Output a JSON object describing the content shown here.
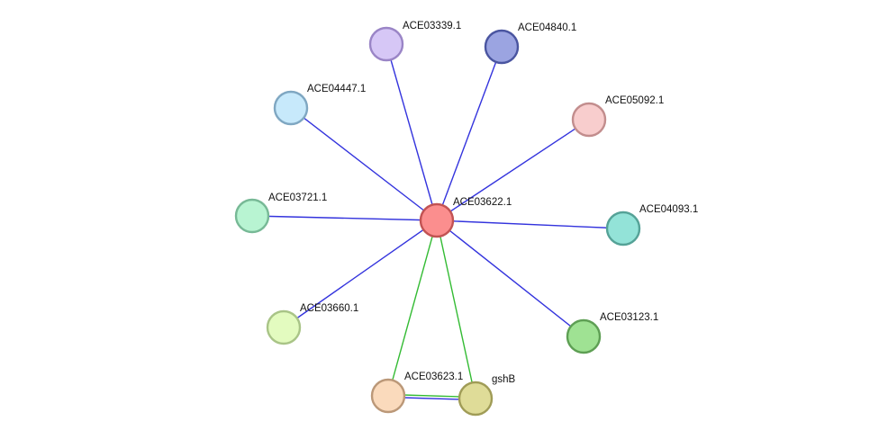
{
  "colors": {
    "edge_blue": "#3333dd",
    "edge_green": "#33bb33"
  },
  "nodes": [
    {
      "id": "center",
      "label": "ACE03622.1",
      "fill": "#fb8e8e",
      "stroke": "#c25353"
    },
    {
      "id": "n03339",
      "label": "ACE03339.1",
      "fill": "#d6c7f6",
      "stroke": "#9a85c6"
    },
    {
      "id": "n04840",
      "label": "ACE04840.1",
      "fill": "#9ba4e1",
      "stroke": "#4a55a0"
    },
    {
      "id": "n04447",
      "label": "ACE04447.1",
      "fill": "#c7e9fb",
      "stroke": "#7fa7c2"
    },
    {
      "id": "n05092",
      "label": "ACE05092.1",
      "fill": "#f8cdcd",
      "stroke": "#c28d8d"
    },
    {
      "id": "n03721",
      "label": "ACE03721.1",
      "fill": "#b8f4d2",
      "stroke": "#77b996"
    },
    {
      "id": "n04093",
      "label": "ACE04093.1",
      "fill": "#93e3d8",
      "stroke": "#55a297"
    },
    {
      "id": "n03660",
      "label": "ACE03660.1",
      "fill": "#e3fbbf",
      "stroke": "#a9c487"
    },
    {
      "id": "n03123",
      "label": "ACE03123.1",
      "fill": "#9fe293",
      "stroke": "#5e9f54"
    },
    {
      "id": "n03623",
      "label": "ACE03623.1",
      "fill": "#fadabc",
      "stroke": "#bb9878"
    },
    {
      "id": "gshB",
      "label": "gshB",
      "fill": "#dfdc98",
      "stroke": "#a09c57"
    }
  ],
  "edges": [
    {
      "from": "center",
      "to": "n03339",
      "color": "blue"
    },
    {
      "from": "center",
      "to": "n04840",
      "color": "blue"
    },
    {
      "from": "center",
      "to": "n04447",
      "color": "blue"
    },
    {
      "from": "center",
      "to": "n05092",
      "color": "blue"
    },
    {
      "from": "center",
      "to": "n03721",
      "color": "blue"
    },
    {
      "from": "center",
      "to": "n04093",
      "color": "blue"
    },
    {
      "from": "center",
      "to": "n03660",
      "color": "blue"
    },
    {
      "from": "center",
      "to": "n03123",
      "color": "blue"
    },
    {
      "from": "center",
      "to": "n03623",
      "color": "green"
    },
    {
      "from": "center",
      "to": "gshB",
      "color": "green"
    },
    {
      "from": "n03623",
      "to": "gshB",
      "color": "green"
    },
    {
      "from": "n03623",
      "to": "gshB",
      "color": "blue"
    }
  ]
}
